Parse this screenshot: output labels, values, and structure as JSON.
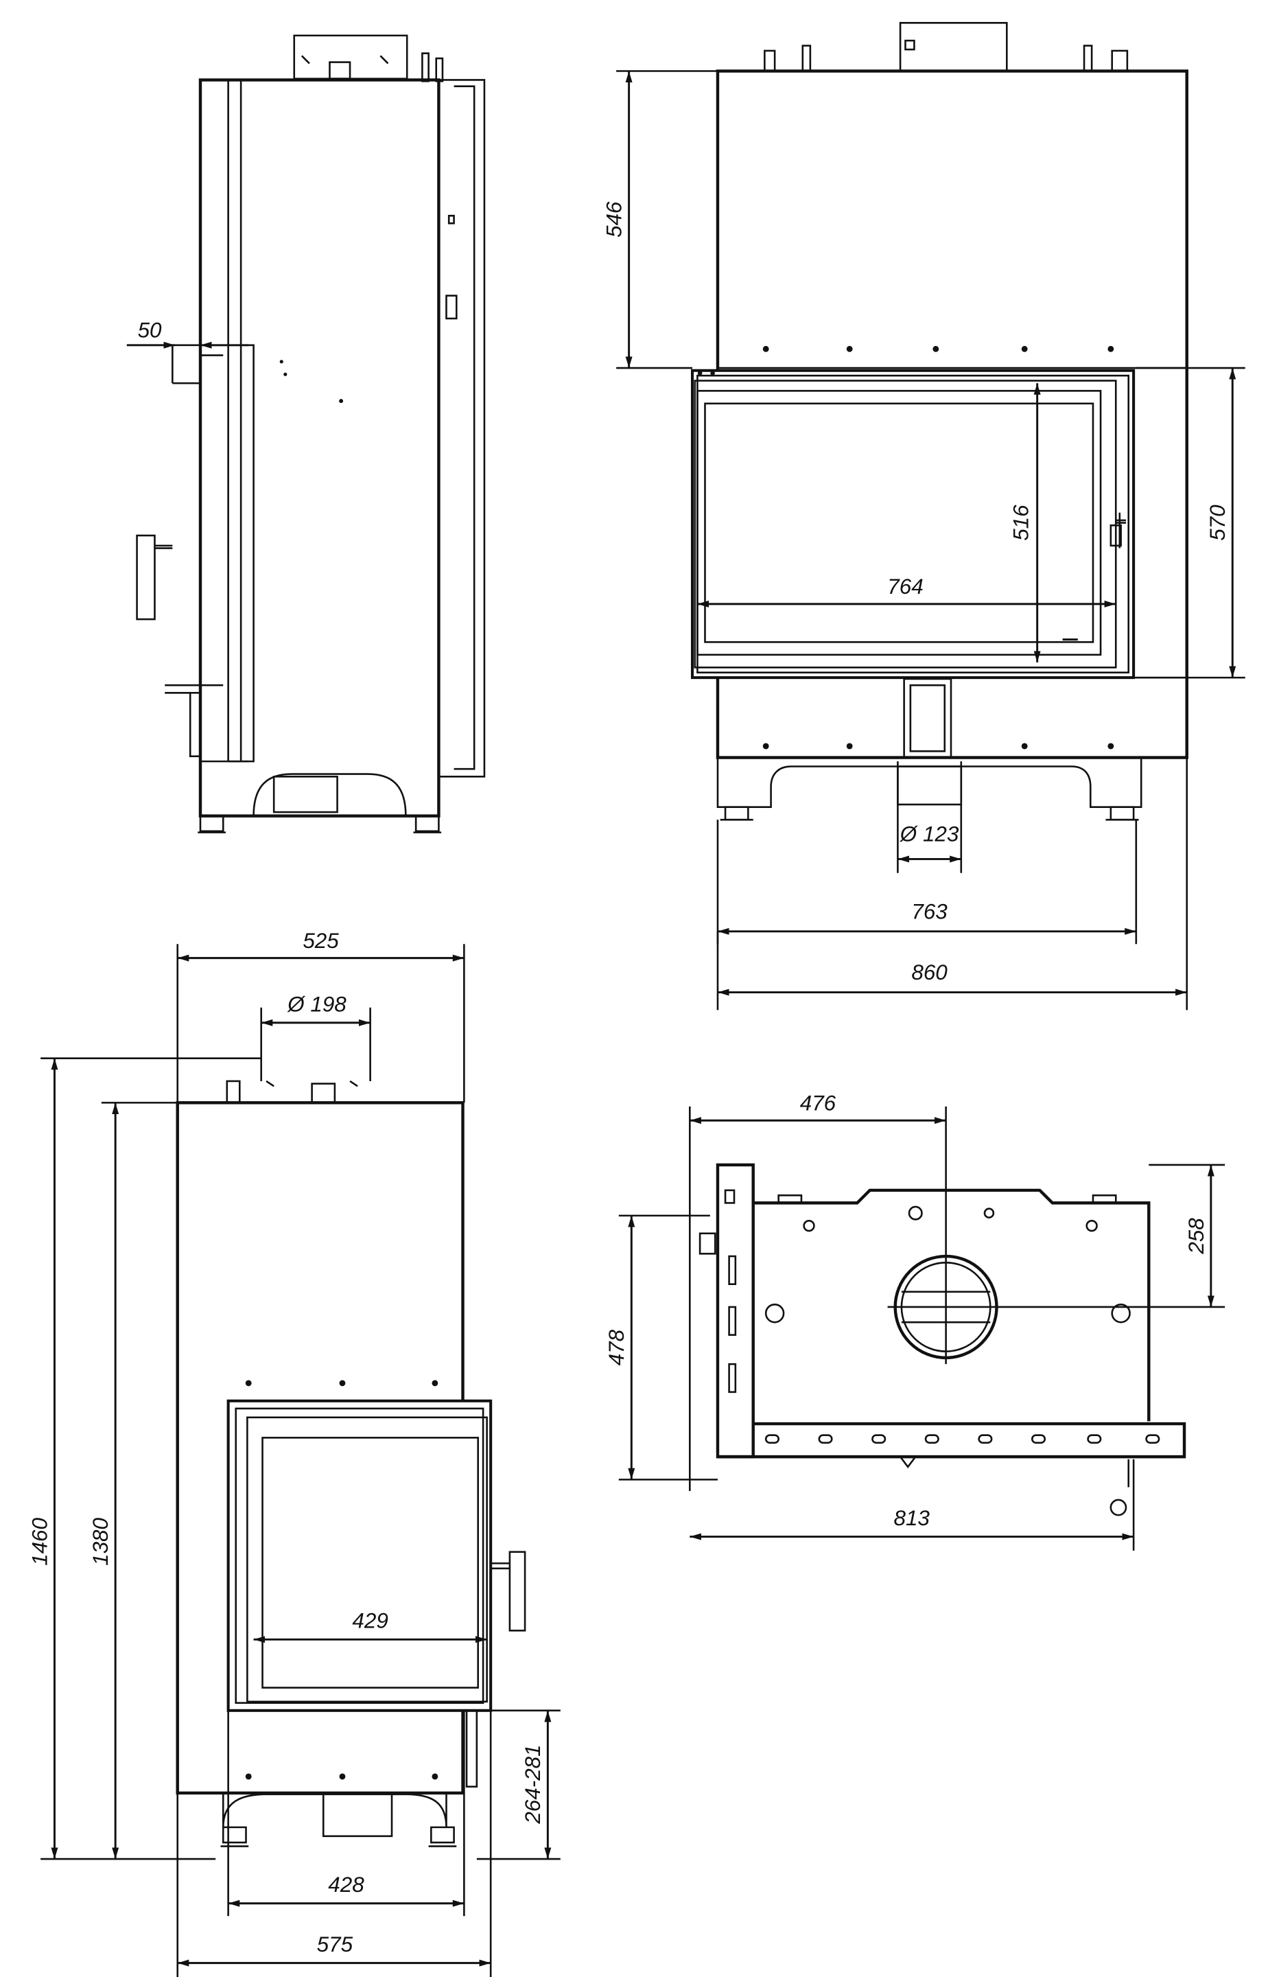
{
  "dimensions": {
    "side_50": "50",
    "front_546": "546",
    "front_570": "570",
    "front_516": "516",
    "front_764": "764",
    "front_d123": "Ø 123",
    "front_763": "763",
    "front_860": "860",
    "left_525": "525",
    "left_d198": "Ø 198",
    "left_1460": "1460",
    "left_1380": "1380",
    "left_429": "429",
    "left_264_281": "264-281",
    "left_428": "428",
    "left_575": "575",
    "top_476": "476",
    "top_258": "258",
    "top_478": "478",
    "top_813": "813"
  }
}
